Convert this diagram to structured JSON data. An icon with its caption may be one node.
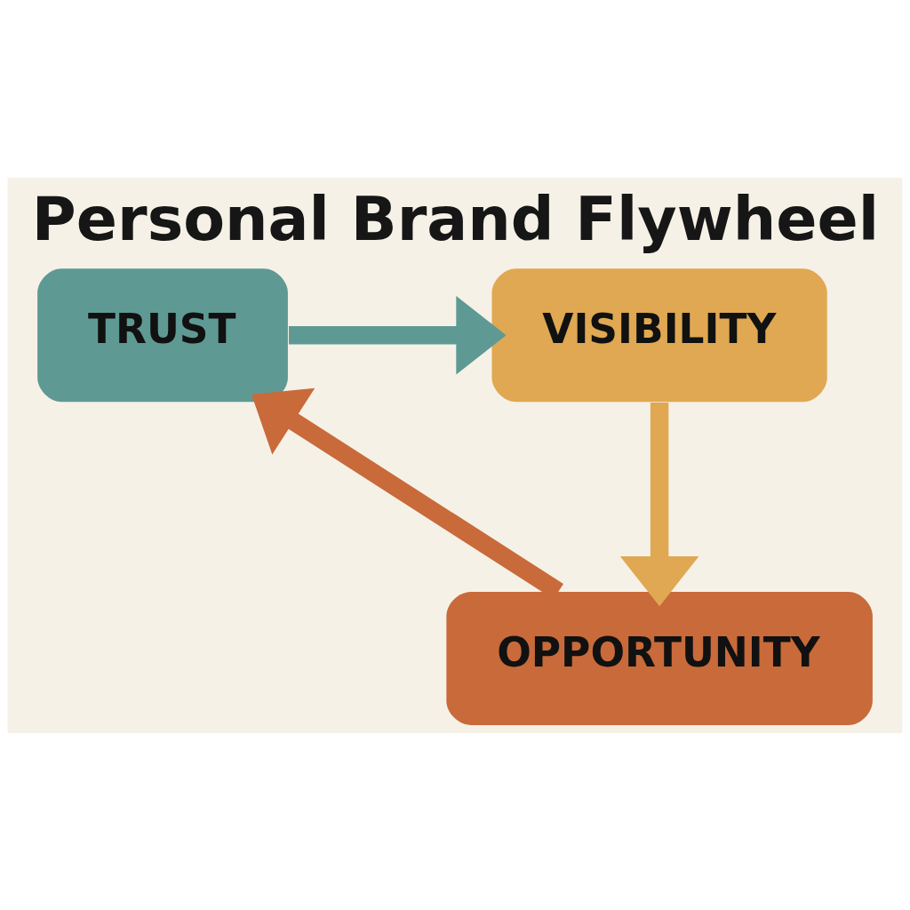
{
  "diagram": {
    "title": "Personal Brand Flywheel",
    "nodes": [
      {
        "text": [
          "TRUST"
        ]
      },
      {
        "text": [
          "VISIBILITY"
        ]
      },
      {
        "text": [
          "OPPORTUNITY"
        ]
      }
    ],
    "edges": [
      {
        "from": 0,
        "to": 1,
        "arrow": "to",
        "color": "#5e9a93"
      },
      {
        "from": 1,
        "to": 2,
        "arrow": "to",
        "color": "#e0a852"
      },
      {
        "from": 2,
        "to": 0,
        "arrow": "to",
        "color": "#c96a3a"
      }
    ]
  }
}
